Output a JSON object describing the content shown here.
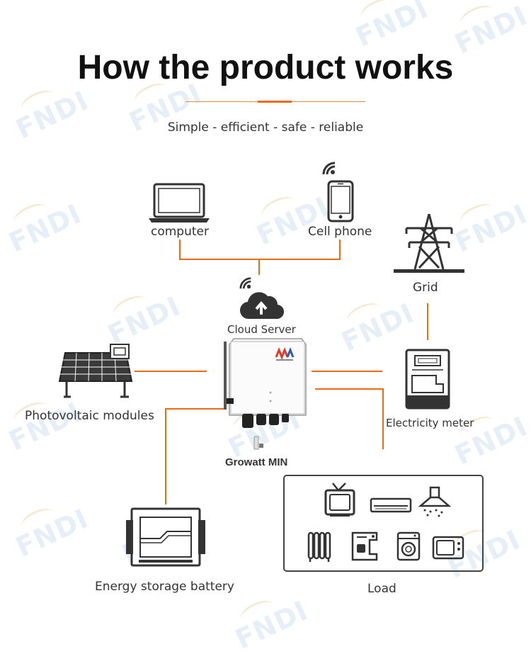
{
  "header": {
    "title": "How the product works",
    "subtitle": "Simple - efficient - safe - reliable"
  },
  "nodes": {
    "computer": "computer",
    "cell_phone": "Cell phone",
    "cloud_server": "Cloud Server",
    "grid": "Grid",
    "photovoltaic": "Photovoltaic modules",
    "inverter": "Growatt MIN",
    "electricity_meter": "Electricity meter",
    "battery": "Energy storage battery",
    "load": "Load"
  },
  "colors": {
    "connector": "#ee6a12",
    "icon": "#333333",
    "watermark": "#e6eef7"
  },
  "icons": [
    "laptop-icon",
    "smartphone-icon",
    "wifi-icon",
    "cloud-upload-icon",
    "power-tower-icon",
    "solar-panel-icon",
    "inverter-icon",
    "electricity-meter-icon",
    "battery-icon",
    "tv-icon",
    "air-conditioner-icon",
    "range-hood-icon",
    "heater-icon",
    "coffee-machine-icon",
    "washing-machine-icon",
    "microwave-icon"
  ]
}
